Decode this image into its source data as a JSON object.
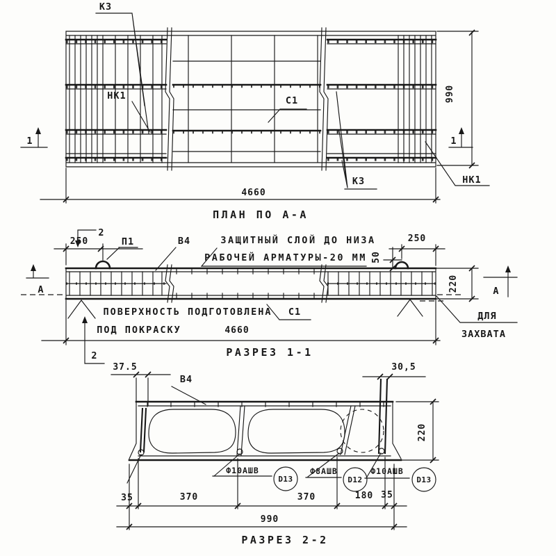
{
  "app": {
    "background": "#fdfdfb",
    "ink": "#181818"
  },
  "plan": {
    "title": "ПЛАН ПО А-А",
    "dim_width": "4660",
    "dim_height": "990",
    "k3_top": "К3",
    "k3_bottom": "К3",
    "nk1_left": "НК1",
    "nk1_right": "НК1",
    "c1": "С1",
    "cut_left": "1",
    "cut_right": "1"
  },
  "section1": {
    "title": "РАЗРЕЗ 1-1",
    "cut_top": "2",
    "cut_bottom": "2",
    "dim_left": "250",
    "dim_right": "250",
    "dim_loop": "50",
    "dim_height": "220",
    "dim_width": "4660",
    "loop_label": "П1",
    "spacer_label": "В4",
    "mesh_label": "С1",
    "view_left": "А",
    "view_right": "А",
    "note_cover_1": "ЗАЩИТНЫЙ СЛОЙ ДО НИЗА",
    "note_cover_2": "РАБОЧЕЙ АРМАТУРЫ-20 ММ",
    "note_paint_1": "ПОВЕРХНОСТЬ ПОДГОТОВЛЕНА",
    "note_paint_2": "ПОД ПОКРАСКУ",
    "grip_1": "ДЛЯ",
    "grip_2": "ЗАХВАТА"
  },
  "section2": {
    "title": "РАЗРЕЗ 2-2",
    "dim_left_offset": "37.5",
    "dim_right_offset": "30,5",
    "dim_height": "220",
    "spacer_label": "В4",
    "bottom_dims": [
      "35",
      "370",
      "370",
      "180",
      "35"
    ],
    "dim_total": "990",
    "callouts": [
      {
        "bar": "Ф10АШВ",
        "pos": "D13"
      },
      {
        "bar": "Ф8АШВ",
        "pos": "D12"
      },
      {
        "bar": "Ф10АШВ",
        "pos": "D13"
      }
    ]
  }
}
